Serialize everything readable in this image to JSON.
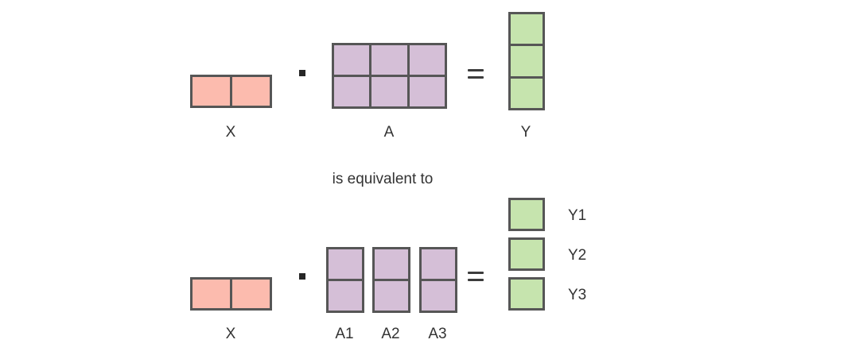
{
  "figure": {
    "title": "",
    "background": "#ffffff",
    "stroke_color": "#565656",
    "text_color": "#333333",
    "palette": {
      "input_x": "#fcbbae",
      "weights_a": "#d5bfd7",
      "output_y": "#c6e4ae"
    },
    "middle_caption": "is equivalent to"
  },
  "operators": {
    "dot": "·",
    "equals": "="
  },
  "top_row": {
    "description": "X · A = Y",
    "x_matrix": {
      "label": "X",
      "rows": 1,
      "cols": 2,
      "fill": "#fcbbae"
    },
    "a_matrix": {
      "label": "A",
      "rows": 2,
      "cols": 3,
      "fill": "#d5bfd7"
    },
    "y_matrix": {
      "label": "Y",
      "rows": 3,
      "cols": 1,
      "fill": "#c6e4ae"
    }
  },
  "bottom_row": {
    "description": "X · [A1 A2 A3] = [Y1 Y2 Y3]",
    "x_matrix": {
      "label": "X",
      "rows": 1,
      "cols": 2,
      "fill": "#fcbbae"
    },
    "a_blocks": [
      {
        "label": "A1",
        "rows": 2,
        "cols": 1,
        "fill": "#d5bfd7"
      },
      {
        "label": "A2",
        "rows": 2,
        "cols": 1,
        "fill": "#d5bfd7"
      },
      {
        "label": "A3",
        "rows": 2,
        "cols": 1,
        "fill": "#d5bfd7"
      }
    ],
    "y_blocks": [
      {
        "label": "Y1",
        "rows": 1,
        "cols": 1,
        "fill": "#c6e4ae"
      },
      {
        "label": "Y2",
        "rows": 1,
        "cols": 1,
        "fill": "#c6e4ae"
      },
      {
        "label": "Y3",
        "rows": 1,
        "cols": 1,
        "fill": "#c6e4ae"
      }
    ]
  }
}
